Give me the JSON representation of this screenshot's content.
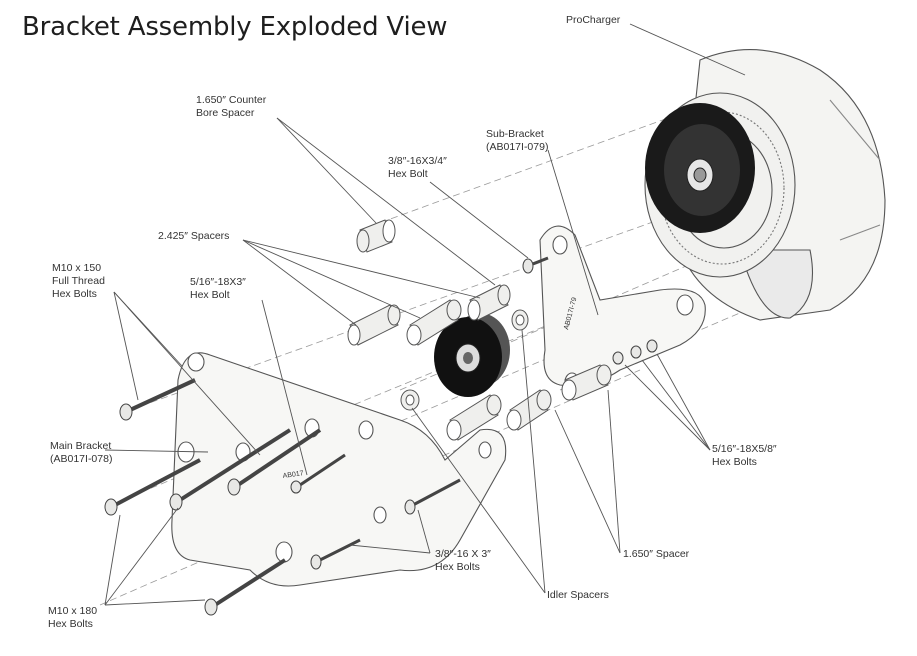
{
  "title": "Bracket Assembly Exploded View",
  "labels": {
    "procharger": [
      "ProCharger"
    ],
    "counter_bore_spacer": [
      "1.650″ Counter",
      "Bore Spacer"
    ],
    "sub_bracket": [
      "Sub-Bracket",
      "(AB017I-079)"
    ],
    "hex_bolt_3_8_16x3_4": [
      "3/8″-16X3/4″",
      "Hex Bolt"
    ],
    "spacers_2425": [
      "2.425″ Spacers"
    ],
    "m10x150": [
      "M10 x 150",
      "Full Thread",
      "Hex Bolts"
    ],
    "hex_bolt_5_16_18x3": [
      "5/16″-18X3″",
      "Hex Bolt"
    ],
    "main_bracket": [
      "Main Bracket",
      "(AB017I-078)"
    ],
    "hex_bolts_5_16_18x5_8": [
      "5/16″-18X5/8″",
      "Hex Bolts"
    ],
    "hex_bolts_3_8_16x3": [
      "3/8″-16 X 3″",
      "Hex Bolts"
    ],
    "spacer_1650": [
      "1.650″ Spacer"
    ],
    "idler_spacers": [
      "Idler Spacers"
    ],
    "m10x180": [
      "M10 x 180",
      "Hex Bolts"
    ]
  },
  "part_markings": {
    "main_bracket_stamp": "AB017",
    "sub_bracket_stamp": "AB017I-79"
  }
}
